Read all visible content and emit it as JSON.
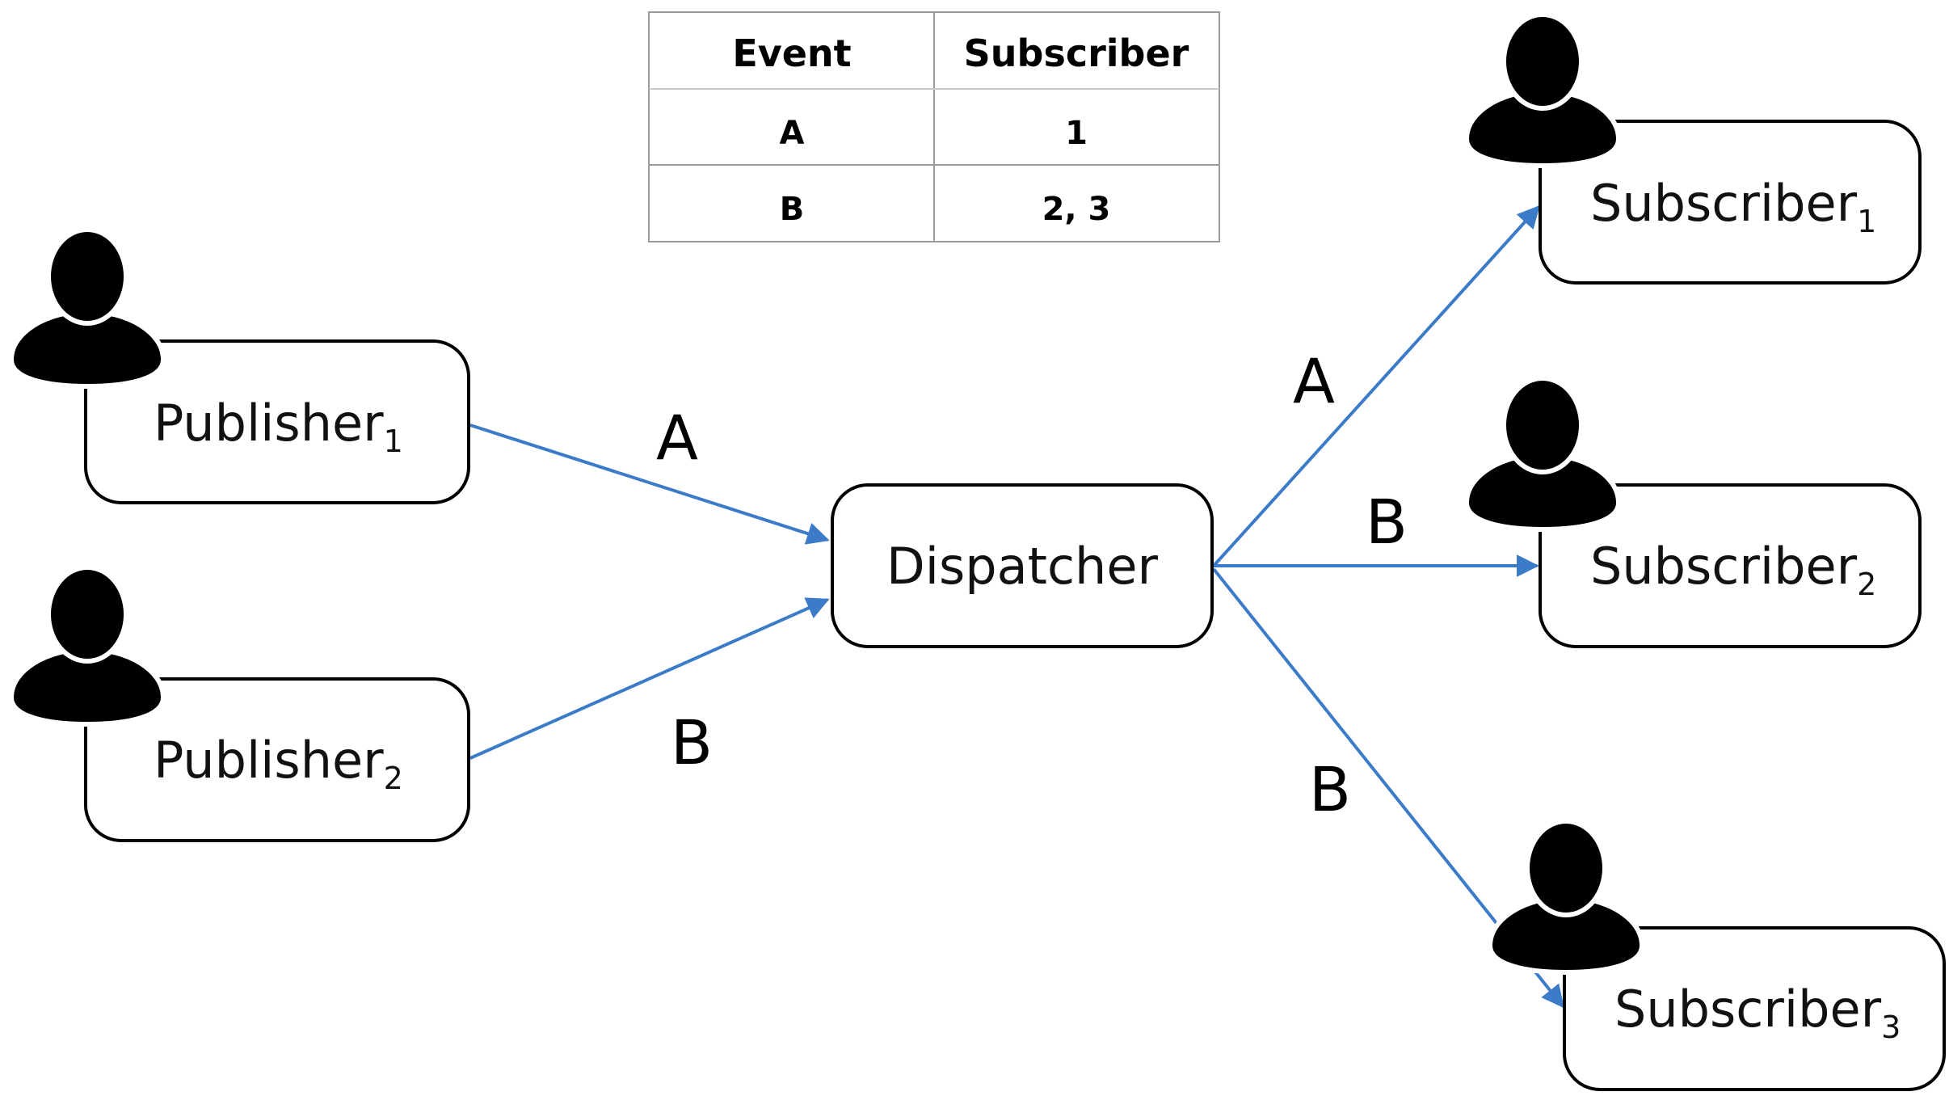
{
  "colors": {
    "edge": "#3B7BC8",
    "box_stroke": "#000000",
    "person": "#000000",
    "table_border": "#9a9a9a"
  },
  "table": {
    "headers": [
      "Event",
      "Subscriber"
    ],
    "rows": [
      [
        "A",
        "1"
      ],
      [
        "B",
        "2, 3"
      ]
    ]
  },
  "nodes": {
    "publisher1": {
      "label": "Publisher",
      "sub": "1",
      "icon": "person-icon"
    },
    "publisher2": {
      "label": "Publisher",
      "sub": "2",
      "icon": "person-icon"
    },
    "dispatcher": {
      "label": "Dispatcher"
    },
    "subscriber1": {
      "label": "Subscriber",
      "sub": "1",
      "icon": "person-icon"
    },
    "subscriber2": {
      "label": "Subscriber",
      "sub": "2",
      "icon": "person-icon"
    },
    "subscriber3": {
      "label": "Subscriber",
      "sub": "3",
      "icon": "person-icon"
    }
  },
  "edges": {
    "pub1_to_dispatcher": "A",
    "pub2_to_dispatcher": "B",
    "dispatcher_to_sub1": "A",
    "dispatcher_to_sub2": "B",
    "dispatcher_to_sub3": "B"
  }
}
